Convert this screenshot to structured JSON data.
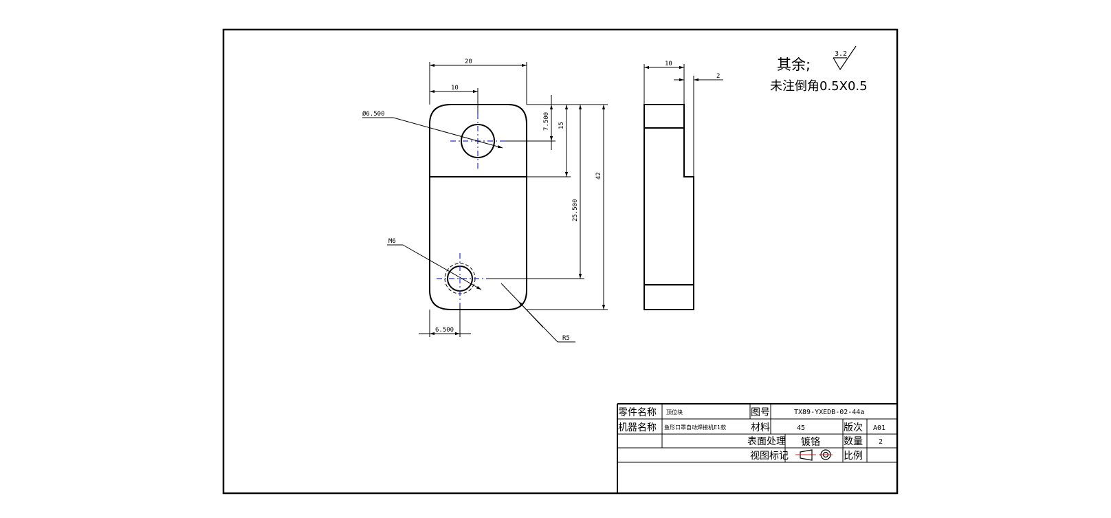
{
  "drawing": {
    "front_view": {
      "width_label": "20",
      "hole_offset_label": "10",
      "hole_diameter_label": "Ø6.500",
      "hole_center_label": "7.500",
      "step_label": "15",
      "lower_hole_label": "25.500",
      "height_label": "42",
      "thread_label": "M6",
      "edge_offset_label": "6.500",
      "radius_label": "R5"
    },
    "side_view": {
      "width_label": "10",
      "step_label": "2"
    },
    "notes": {
      "roughness_prefix": "其余;",
      "roughness_value": "3.2",
      "chamfer_note": "未注倒角0.5X0.5"
    }
  },
  "title_block": {
    "part_name_label": "零件名称",
    "part_name_value": "顶位块",
    "drawing_no_label": "图号",
    "drawing_no_value": "TX89-YXEDB-02-44a",
    "machine_name_label": "机器名称",
    "machine_name_value": "鱼形口罩自动焊接机E1款",
    "material_label": "材料",
    "material_value": "45",
    "revision_label": "版次",
    "revision_value": "A01",
    "surface_label": "表面处理",
    "surface_value": "镀铬",
    "quantity_label": "数量",
    "quantity_value": "2",
    "view_mark_label": "视图标记",
    "scale_label": "比例",
    "scale_value": ""
  }
}
